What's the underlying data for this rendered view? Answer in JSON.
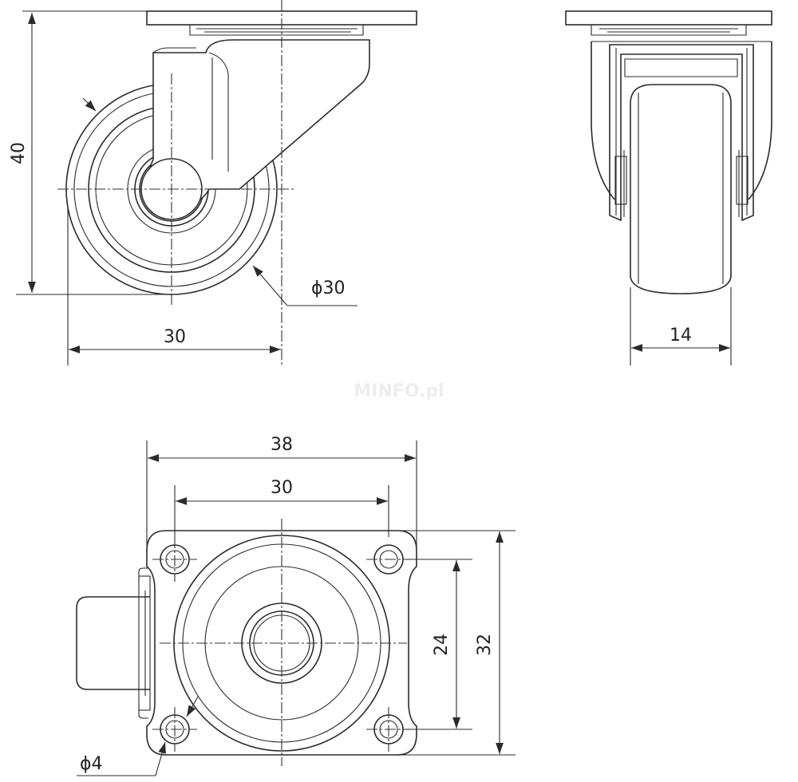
{
  "colors": {
    "line": "#2b2b2b",
    "background": "#ffffff",
    "watermark": "#eeeeee"
  },
  "side_view": {
    "height": "40",
    "width": "30",
    "wheel_diameter": "ϕ30"
  },
  "front_view": {
    "wheel_width": "14"
  },
  "top_view": {
    "plate_width": "38",
    "hole_spacing_x": "30",
    "hole_spacing_y": "24",
    "plate_height": "32",
    "hole_diameter": "ϕ4"
  },
  "watermark": "MINFO.pl"
}
